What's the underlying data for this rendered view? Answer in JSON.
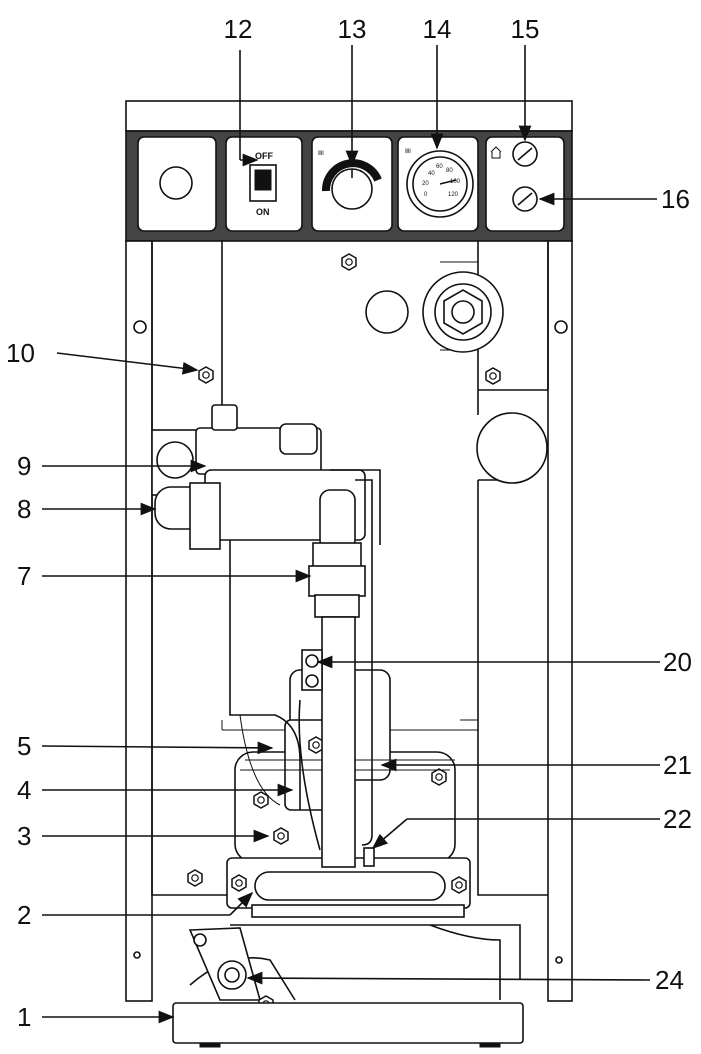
{
  "switch": {
    "off": "OFF",
    "on": "ON"
  },
  "gauge": {
    "ticks": [
      "20",
      "40",
      "60",
      "80",
      "100",
      "120",
      "0"
    ]
  },
  "callouts": [
    {
      "n": "1"
    },
    {
      "n": "2"
    },
    {
      "n": "3"
    },
    {
      "n": "4"
    },
    {
      "n": "5"
    },
    {
      "n": "7"
    },
    {
      "n": "8"
    },
    {
      "n": "9"
    },
    {
      "n": "10"
    },
    {
      "n": "12"
    },
    {
      "n": "13"
    },
    {
      "n": "14"
    },
    {
      "n": "15"
    },
    {
      "n": "16"
    },
    {
      "n": "20"
    },
    {
      "n": "21"
    },
    {
      "n": "22"
    },
    {
      "n": "24"
    }
  ]
}
